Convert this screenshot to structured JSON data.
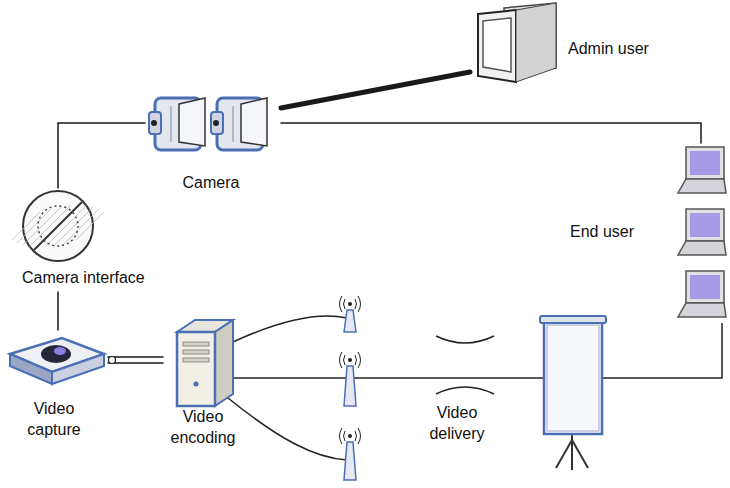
{
  "diagram": {
    "nodes": [
      {
        "text": [
          "Admin user"
        ]
      },
      {
        "text": [
          "Camera"
        ]
      },
      {
        "text": [
          "End user"
        ]
      },
      {
        "text": [
          "Camera interface"
        ]
      },
      {
        "text": [
          "Video capture"
        ]
      },
      {
        "text": [
          "Video encoding"
        ]
      }
    ],
    "edges": [
      {
        "from": 1,
        "to": 0,
        "arrow": "none"
      },
      {
        "from": 1,
        "to": 2,
        "arrow": "none"
      },
      {
        "from": 1,
        "to": 3,
        "arrow": "none"
      },
      {
        "from": 3,
        "to": 4,
        "arrow": "none"
      },
      {
        "from": 4,
        "to": 5,
        "arrow": "none"
      }
    ],
    "labels": [
      "Video delivery"
    ]
  }
}
